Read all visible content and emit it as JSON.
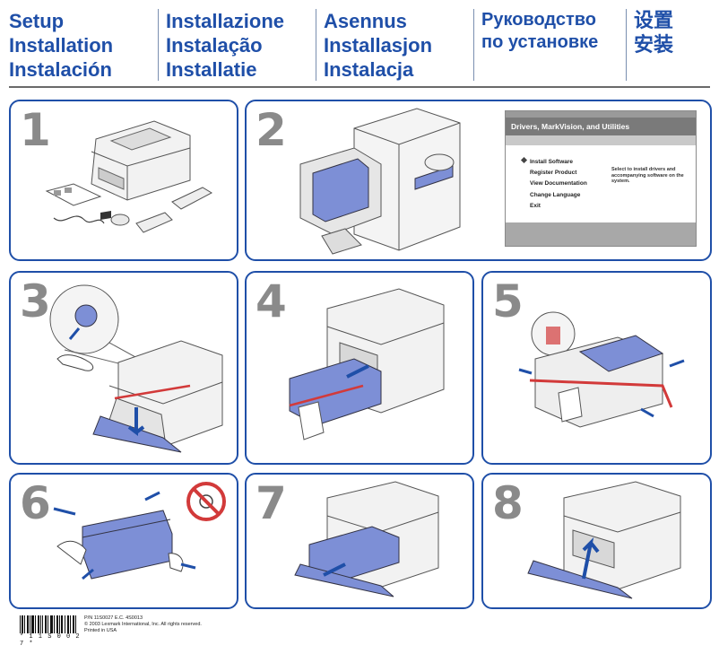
{
  "header": {
    "columns": [
      [
        "Setup",
        "Installation",
        "Instalación"
      ],
      [
        "Installazione",
        "Instalação",
        "Installatie"
      ],
      [
        "Asennus",
        "Installasjon",
        "Instalacja"
      ],
      [
        "Руководство",
        "по установке"
      ],
      [
        "设置",
        "安装"
      ]
    ]
  },
  "steps": [
    "1",
    "2",
    "3",
    "4",
    "5",
    "6",
    "7",
    "8"
  ],
  "installer": {
    "title": "Drivers, MarkVision, and Utilities",
    "menu": [
      "Install Software",
      "Register Product",
      "View Documentation",
      "Change Language",
      "Exit"
    ],
    "description": "Select to install drivers and accompanying software on the system."
  },
  "footer": {
    "barcode_text": "* 1 1 S 0 0 2 7 *",
    "pn": "P/N 11S0027 E.C. 4S0013",
    "copyright": "© 2003 Lexmark International, Inc. All rights reserved.",
    "printed": "Printed in USA"
  },
  "colors": {
    "accent": "#1f4fa8",
    "number": "#8a8a8a",
    "toner": "#7d8fd6",
    "tape": "#d23a3a"
  }
}
